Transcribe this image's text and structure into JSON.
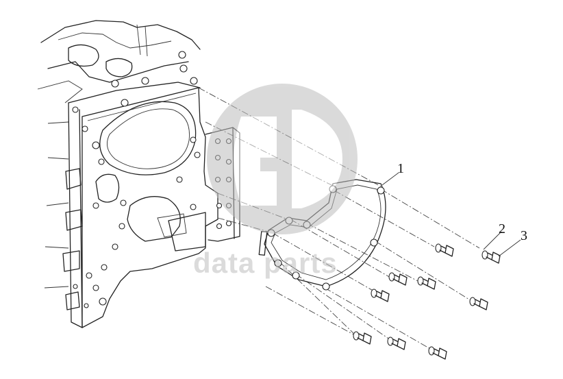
{
  "callouts": [
    {
      "text": "1"
    },
    {
      "text": "2"
    },
    {
      "text": "3"
    }
  ],
  "watermark": {
    "text": "data parts",
    "color": "#bdbdbd"
  }
}
